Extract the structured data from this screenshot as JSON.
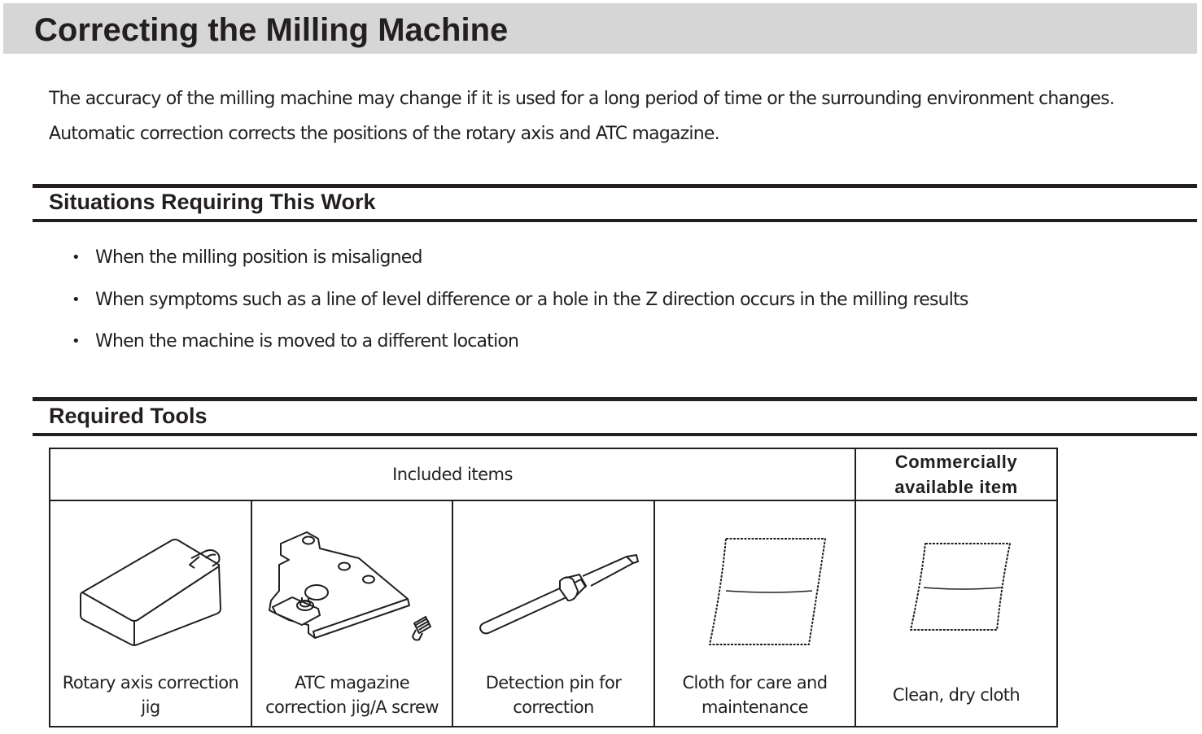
{
  "title": "Correcting the Milling Machine",
  "intro": {
    "line1": "The accuracy of the milling machine may change if it is used for a long period of time or the surrounding environment changes.",
    "line2": "Automatic correction corrects the positions of the rotary axis and ATC magazine."
  },
  "situations": {
    "heading": "Situations Requiring This Work",
    "bullet_glyph": "•",
    "items": [
      "When the milling position is misaligned",
      "When symptoms such as a line of level difference or a hole in the Z direction occurs in the milling results",
      "When the machine is moved to a different location"
    ]
  },
  "tools": {
    "heading": "Required Tools",
    "included_header": "Included items",
    "commercial_header": "Commercially available item",
    "items": [
      {
        "label": "Rotary axis correction jig",
        "icon": "rotary-jig-icon"
      },
      {
        "label": "ATC magazine correction jig/A screw",
        "icon": "atc-jig-icon"
      },
      {
        "label": "Detection pin for correction",
        "icon": "detection-pin-icon"
      },
      {
        "label": "Cloth for care and maintenance",
        "icon": "cloth-icon"
      },
      {
        "label": "Clean, dry cloth",
        "icon": "cloth-icon"
      }
    ]
  }
}
